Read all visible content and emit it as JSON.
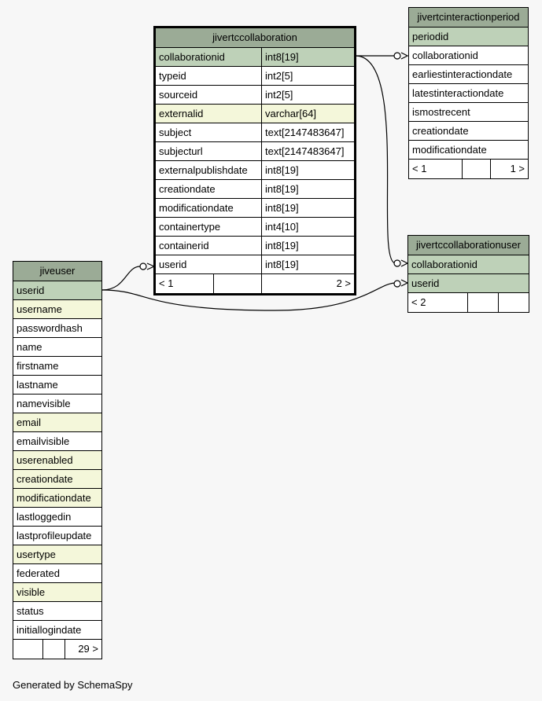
{
  "tables": {
    "jivertccollaboration": {
      "name": "jivertccollaboration",
      "rows": [
        {
          "col": "collaborationid",
          "type": "int8[19]",
          "kind": "pk"
        },
        {
          "col": "typeid",
          "type": "int2[5]",
          "kind": ""
        },
        {
          "col": "sourceid",
          "type": "int2[5]",
          "kind": ""
        },
        {
          "col": "externalid",
          "type": "varchar[64]",
          "kind": "idx"
        },
        {
          "col": "subject",
          "type": "text[2147483647]",
          "kind": ""
        },
        {
          "col": "subjecturl",
          "type": "text[2147483647]",
          "kind": ""
        },
        {
          "col": "externalpublishdate",
          "type": "int8[19]",
          "kind": ""
        },
        {
          "col": "creationdate",
          "type": "int8[19]",
          "kind": ""
        },
        {
          "col": "modificationdate",
          "type": "int8[19]",
          "kind": ""
        },
        {
          "col": "containertype",
          "type": "int4[10]",
          "kind": ""
        },
        {
          "col": "containerid",
          "type": "int8[19]",
          "kind": ""
        },
        {
          "col": "userid",
          "type": "int8[19]",
          "kind": ""
        }
      ],
      "footer": {
        "left": "< 1",
        "mid": "",
        "right": "2 >"
      }
    },
    "jivertcinteractionperiod": {
      "name": "jivertcinteractionperiod",
      "rows": [
        {
          "col": "periodid",
          "kind": "pk"
        },
        {
          "col": "collaborationid",
          "kind": ""
        },
        {
          "col": "earliestinteractiondate",
          "kind": ""
        },
        {
          "col": "latestinteractiondate",
          "kind": ""
        },
        {
          "col": "ismostrecent",
          "kind": ""
        },
        {
          "col": "creationdate",
          "kind": ""
        },
        {
          "col": "modificationdate",
          "kind": ""
        }
      ],
      "footer": {
        "left": "< 1",
        "mid": "",
        "right": "1 >"
      }
    },
    "jivertccollaborationuser": {
      "name": "jivertccollaborationuser",
      "rows": [
        {
          "col": "collaborationid",
          "kind": "pk"
        },
        {
          "col": "userid",
          "kind": "pk"
        }
      ],
      "footer": {
        "left": "< 2",
        "mid": "",
        "right": ""
      }
    },
    "jiveuser": {
      "name": "jiveuser",
      "rows": [
        {
          "col": "userid",
          "kind": "pk"
        },
        {
          "col": "username",
          "kind": "idx"
        },
        {
          "col": "passwordhash",
          "kind": ""
        },
        {
          "col": "name",
          "kind": ""
        },
        {
          "col": "firstname",
          "kind": ""
        },
        {
          "col": "lastname",
          "kind": ""
        },
        {
          "col": "namevisible",
          "kind": ""
        },
        {
          "col": "email",
          "kind": "idx"
        },
        {
          "col": "emailvisible",
          "kind": ""
        },
        {
          "col": "userenabled",
          "kind": "idx"
        },
        {
          "col": "creationdate",
          "kind": "idx"
        },
        {
          "col": "modificationdate",
          "kind": "idx"
        },
        {
          "col": "lastloggedin",
          "kind": ""
        },
        {
          "col": "lastprofileupdate",
          "kind": ""
        },
        {
          "col": "usertype",
          "kind": "idx"
        },
        {
          "col": "federated",
          "kind": ""
        },
        {
          "col": "visible",
          "kind": "idx"
        },
        {
          "col": "status",
          "kind": ""
        },
        {
          "col": "initiallogindate",
          "kind": ""
        }
      ],
      "footer": {
        "left": "",
        "mid": "",
        "right": "29 >"
      }
    }
  },
  "caption": "Generated by SchemaSpy",
  "colors": {
    "title": "#9bab96",
    "primary_key": "#bed1b8",
    "indexed": "#f4f7da",
    "background": "#f7f7f7"
  }
}
